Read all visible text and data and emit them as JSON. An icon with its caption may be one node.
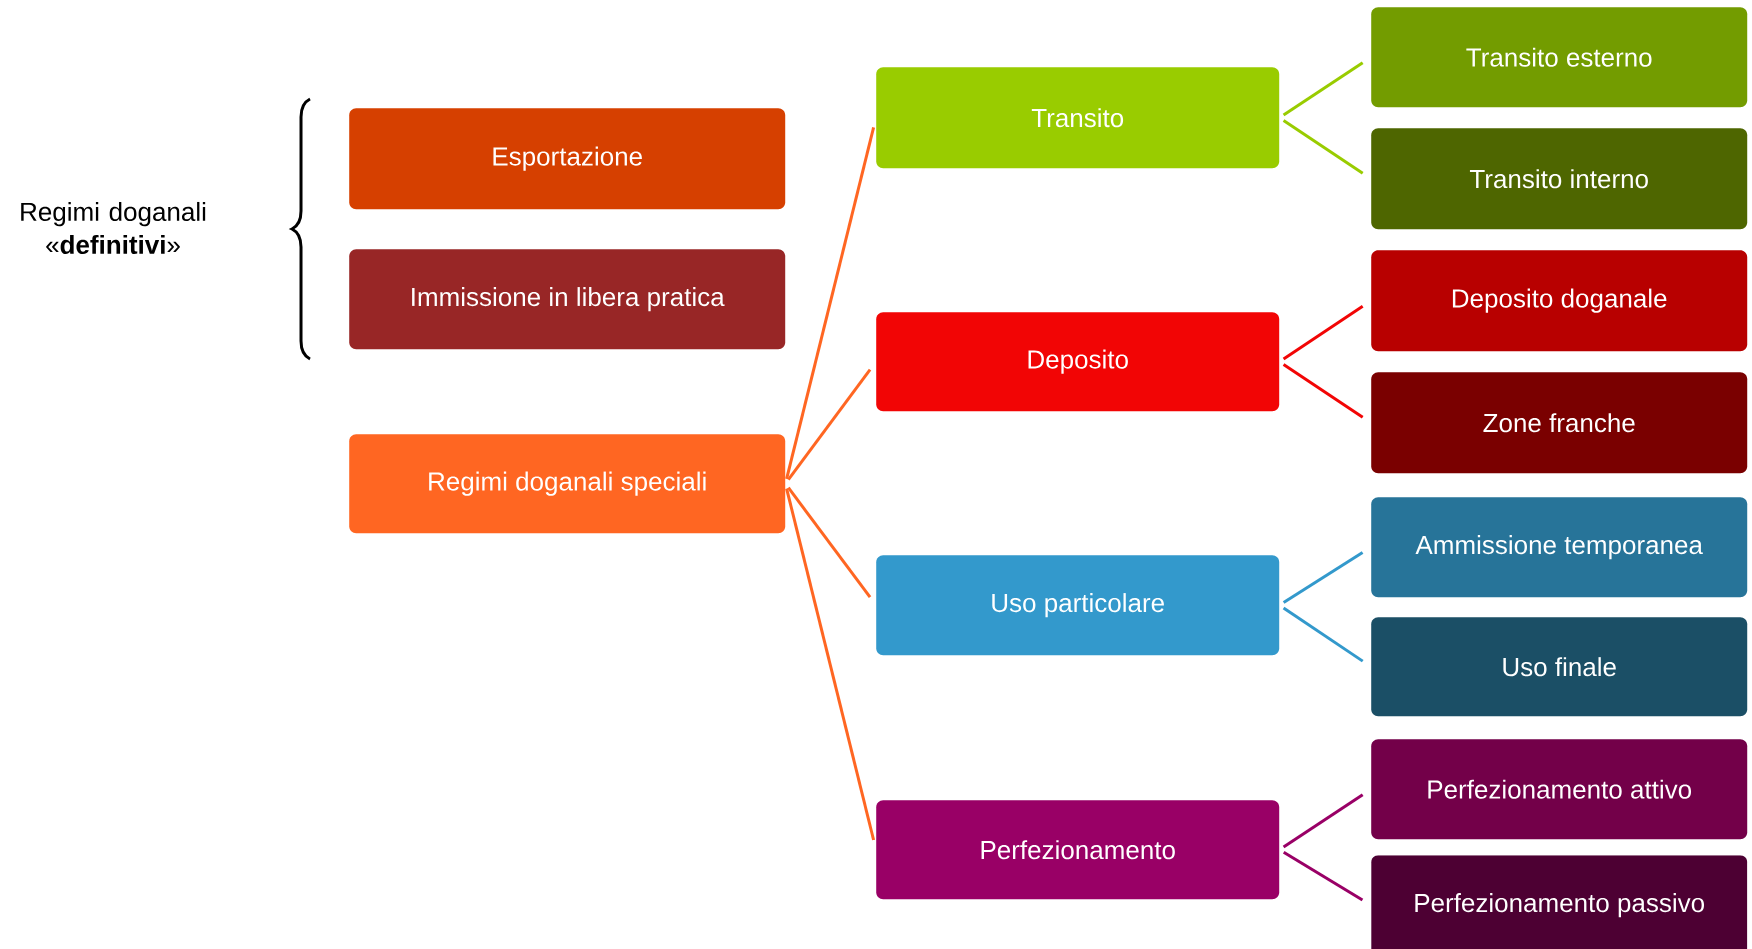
{
  "diagram": {
    "nodes": [
      {
        "text": [
          "Esportazione"
        ]
      },
      {
        "text": [
          "Immissione in libera pratica"
        ]
      },
      {
        "text": [
          "Regimi doganali speciali"
        ]
      },
      {
        "text": [
          "Transito"
        ]
      },
      {
        "text": [
          "Deposito"
        ]
      },
      {
        "text": [
          "Uso particolare"
        ]
      },
      {
        "text": [
          "Perfezionamento"
        ]
      },
      {
        "text": [
          "Transito esterno"
        ]
      },
      {
        "text": [
          "Transito interno"
        ]
      },
      {
        "text": [
          "Deposito doganale"
        ]
      },
      {
        "text": [
          "Zone franche"
        ]
      },
      {
        "text": [
          "Ammissione temporanea"
        ]
      },
      {
        "text": [
          "Uso finale"
        ]
      },
      {
        "text": [
          "Perfezionamento attivo"
        ]
      },
      {
        "text": [
          "Perfezionamento passivo"
        ]
      }
    ],
    "edges": [
      {
        "from": 2,
        "to": 3,
        "arrow": "none",
        "color": "#ff6622"
      },
      {
        "from": 2,
        "to": 4,
        "arrow": "none",
        "color": "#ff6622"
      },
      {
        "from": 2,
        "to": 5,
        "arrow": "none",
        "color": "#ff6622"
      },
      {
        "from": 2,
        "to": 6,
        "arrow": "none",
        "color": "#ff6622"
      },
      {
        "from": 3,
        "to": 7,
        "arrow": "none",
        "color": "#99cc00"
      },
      {
        "from": 3,
        "to": 8,
        "arrow": "none",
        "color": "#99cc00"
      },
      {
        "from": 4,
        "to": 9,
        "arrow": "none",
        "color": "#f20505"
      },
      {
        "from": 4,
        "to": 10,
        "arrow": "none",
        "color": "#f20505"
      },
      {
        "from": 5,
        "to": 11,
        "arrow": "none",
        "color": "#3399cc"
      },
      {
        "from": 5,
        "to": 12,
        "arrow": "none",
        "color": "#3399cc"
      },
      {
        "from": 6,
        "to": 13,
        "arrow": "none",
        "color": "#990066"
      },
      {
        "from": 6,
        "to": 14,
        "arrow": "none",
        "color": "#990066"
      }
    ],
    "labels": [
      "Regimi doganali «**definitivi**»"
    ]
  }
}
